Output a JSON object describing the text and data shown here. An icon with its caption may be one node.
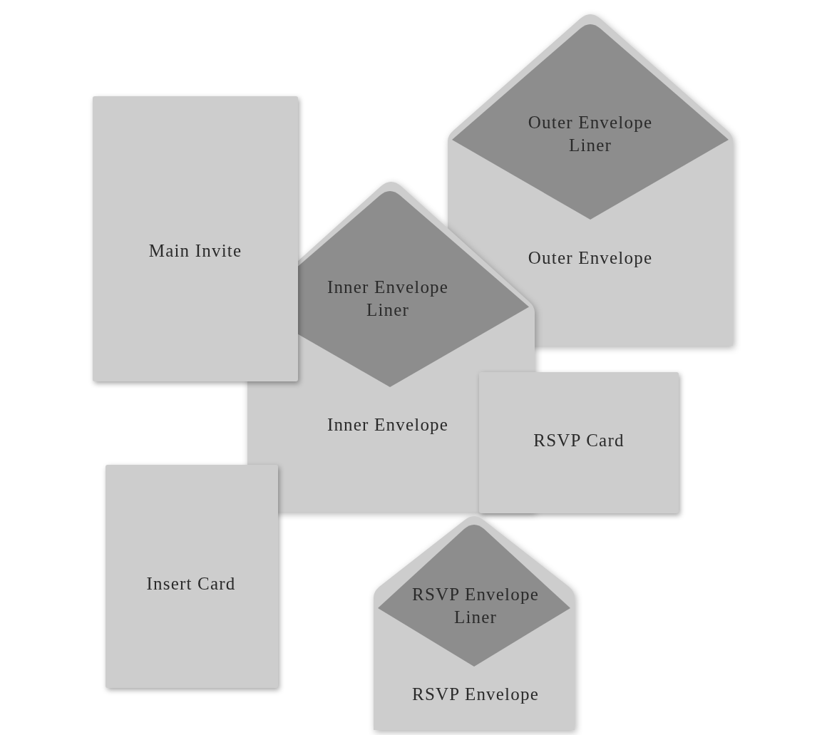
{
  "diagram": {
    "nodes": [
      {
        "text": [
          "Main Invite"
        ]
      },
      {
        "text": [
          "Outer Envelope"
        ]
      },
      {
        "text": [
          "Outer Envelope Liner"
        ],
        "in": 1
      },
      {
        "text": [
          "Inner Envelope"
        ]
      },
      {
        "text": [
          "Inner Envelope Liner"
        ],
        "in": 3
      },
      {
        "text": [
          "RSVP Card"
        ]
      },
      {
        "text": [
          "Insert Card"
        ]
      },
      {
        "text": [
          "RSVP Envelope"
        ]
      },
      {
        "text": [
          "RSVP Envelope Liner"
        ],
        "in": 7
      }
    ],
    "edges": []
  }
}
